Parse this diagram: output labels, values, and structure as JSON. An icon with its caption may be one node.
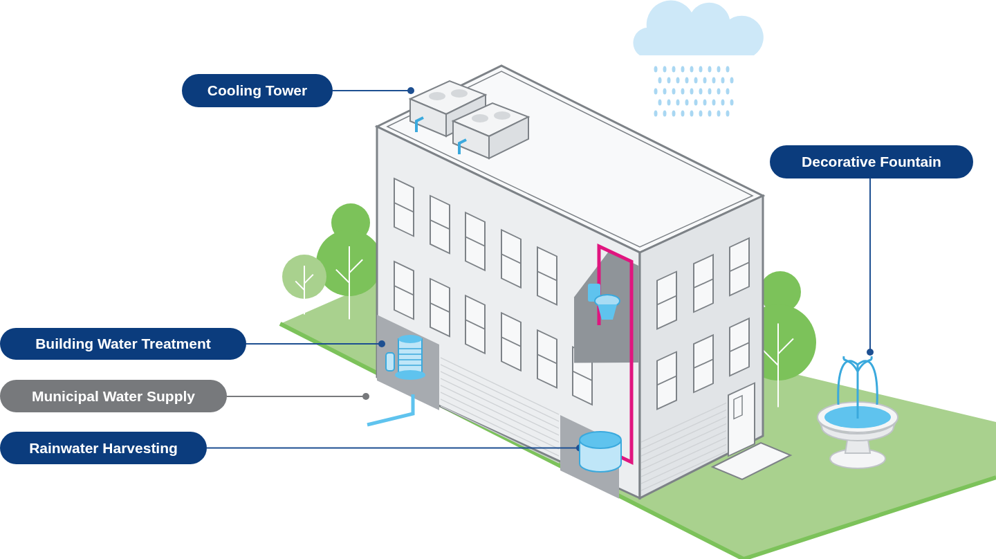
{
  "diagram": {
    "nodes": [
      {
        "text": [
          "Cooling Tower"
        ]
      },
      {
        "text": [
          "Decorative Fountain"
        ]
      },
      {
        "text": [
          "Building Water Treatment"
        ]
      },
      {
        "text": [
          "Municipal Water Supply"
        ]
      },
      {
        "text": [
          "Rainwater Harvesting"
        ]
      },
      {
        "text": [],
        "shape": "picture"
      },
      {
        "text": [],
        "shape": "picture"
      },
      {
        "text": [],
        "shape": "picture"
      },
      {
        "text": [],
        "shape": "picture"
      },
      {
        "text": [],
        "shape": "cylinder"
      }
    ],
    "edges": [
      {
        "from": 0,
        "to": 5,
        "arrow": "other"
      },
      {
        "from": 1,
        "to": 6,
        "arrow": "other"
      },
      {
        "from": 2,
        "to": 7,
        "arrow": "other"
      },
      {
        "from": 3,
        "to": 8,
        "arrow": "other",
        "color": "#77797c"
      },
      {
        "from": 4,
        "to": 9,
        "arrow": "other"
      }
    ]
  }
}
